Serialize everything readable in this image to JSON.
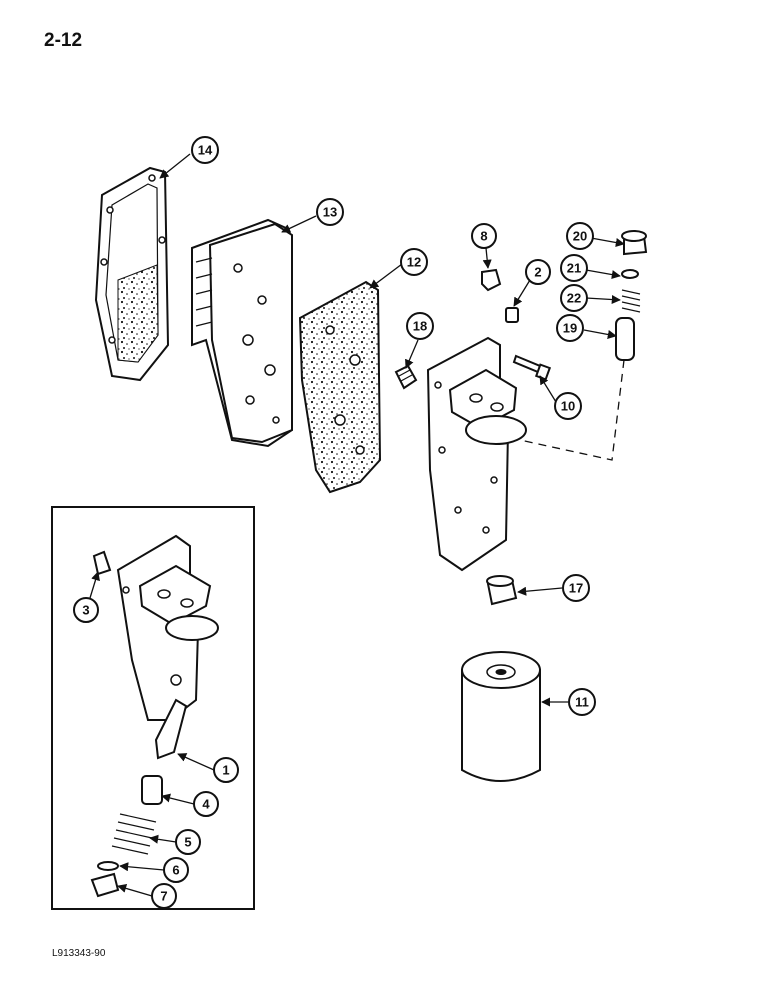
{
  "page": {
    "number": "2-12",
    "figure_code": "L913343-90"
  },
  "callouts": {
    "c1": "1",
    "c2": "2",
    "c3": "3",
    "c4": "4",
    "c5": "5",
    "c6": "6",
    "c7": "7",
    "c8": "8",
    "c10": "10",
    "c11": "11",
    "c12": "12",
    "c13": "13",
    "c14": "14",
    "c17": "17",
    "c18": "18",
    "c19": "19",
    "c20": "20",
    "c21": "21",
    "c22": "22"
  }
}
